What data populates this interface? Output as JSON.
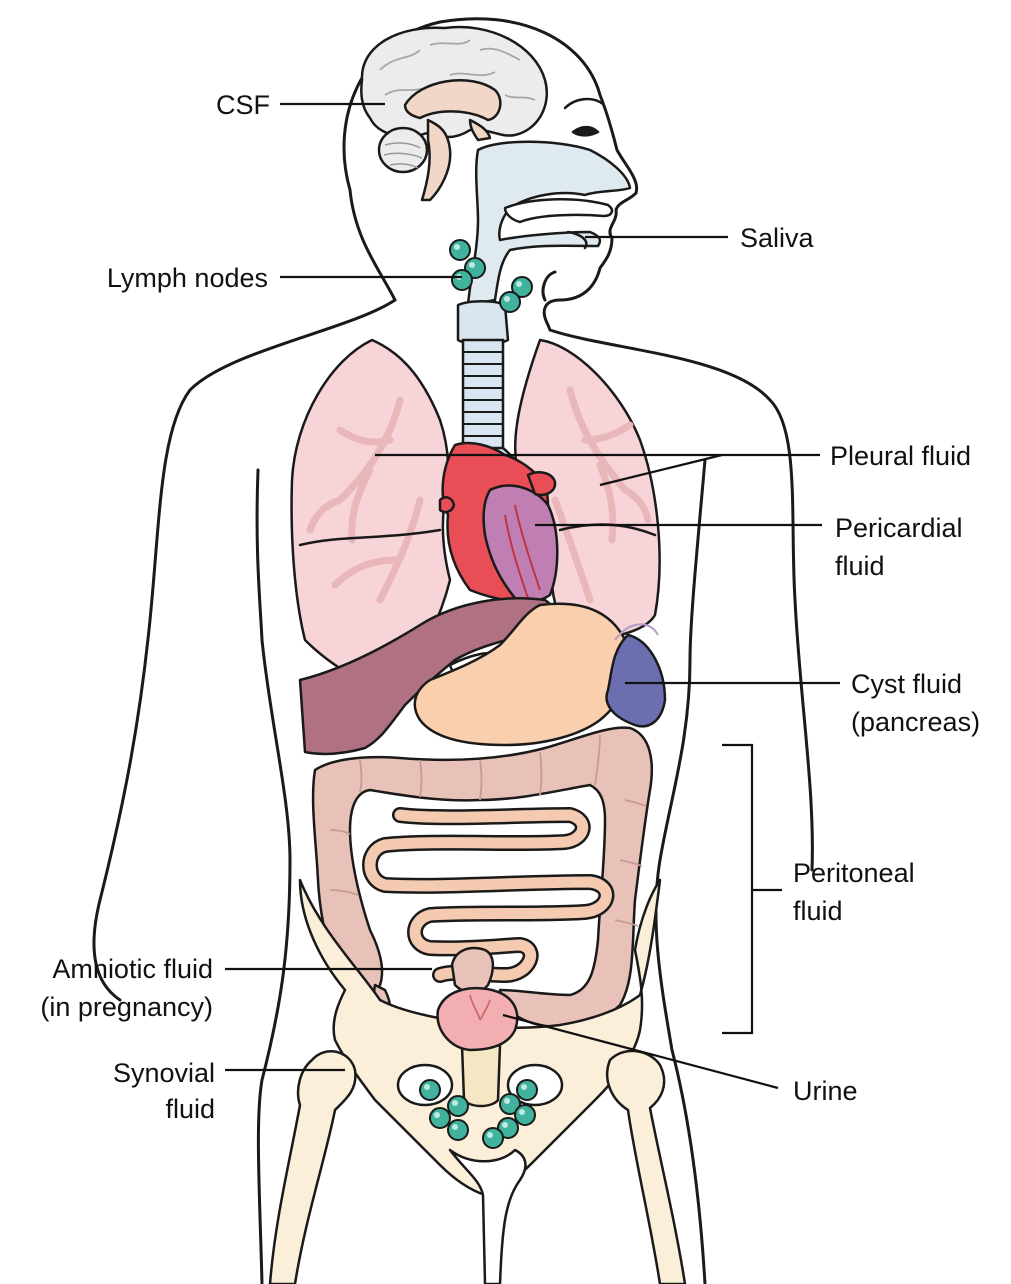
{
  "labels": {
    "csf": "CSF",
    "lymph_nodes": "Lymph nodes",
    "saliva": "Saliva",
    "pleural_fluid": "Pleural fluid",
    "pericardial_line1": "Pericardial",
    "pericardial_line2": "fluid",
    "cyst_line1": "Cyst fluid",
    "cyst_line2": "(pancreas)",
    "peritoneal_line1": "Peritoneal",
    "peritoneal_line2": "fluid",
    "amniotic_line1": "Amniotic fluid",
    "amniotic_line2": "(in pregnancy)",
    "synovial_line1": "Synovial",
    "synovial_line2": "fluid",
    "urine": "Urine"
  },
  "colors": {
    "skin_fill": "#ffffff",
    "lung": "#f6d4d7",
    "lung_vessels": "#e9b6b9",
    "heart_red": "#e94e57",
    "heart_purple": "#c07fb3",
    "liver": "#b07283",
    "stomach": "#f9cfae",
    "spleen": "#6b6fb0",
    "colon": "#e8c2b8",
    "small_intestine": "#f4cbb0",
    "bone": "#fbefd9",
    "bladder": "#f2aeb0",
    "airway": "#deeaf0",
    "brain": "#ececec",
    "lymph_node": "#3fb39d"
  },
  "icons": {
    "body": "human-torso-outline",
    "brain": "brain-icon",
    "heart": "heart-icon",
    "lungs": "lungs-icon",
    "lymph": "lymph-node-icon"
  }
}
